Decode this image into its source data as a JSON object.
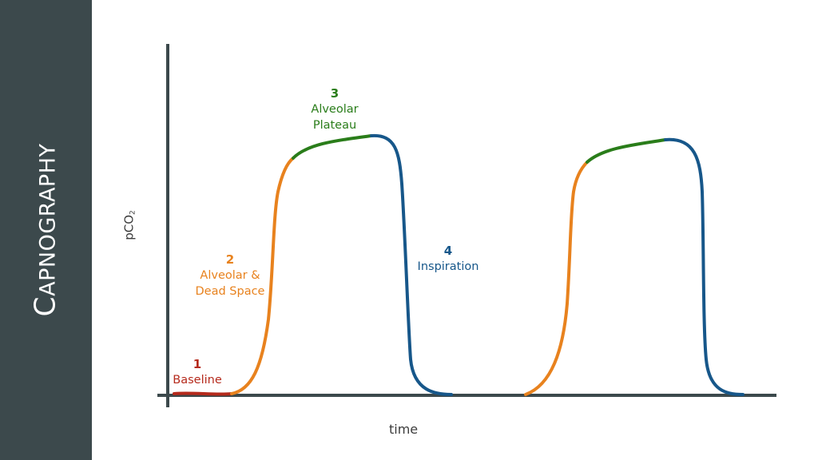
{
  "sidebar": {
    "title_first": "C",
    "title_rest": "APNOGRAPHY",
    "background": "#3c494c"
  },
  "axes": {
    "y_label": "pCO",
    "y_label_sub": "2",
    "x_label": "time",
    "color": "#3c494c"
  },
  "phases": [
    {
      "number": "1",
      "line1": "Baseline",
      "line2": "",
      "color": "#b52a1c"
    },
    {
      "number": "2",
      "line1": "Alveolar &",
      "line2": "Dead Space",
      "color": "#e8821e"
    },
    {
      "number": "3",
      "line1": "Alveolar",
      "line2": "Plateau",
      "color": "#2a7d1a"
    },
    {
      "number": "4",
      "line1": "Inspiration",
      "line2": "",
      "color": "#17578a"
    }
  ],
  "chart_data": {
    "type": "line",
    "title": "Capnography",
    "xlabel": "time",
    "ylabel": "pCO2",
    "grid": false,
    "description": "Two capnogram waveform cycles, each segmented into 4 colored phases",
    "segments": [
      {
        "phase": 1,
        "name": "Baseline",
        "color": "#b52a1c",
        "relative_level": "0 (flat near zero)"
      },
      {
        "phase": 2,
        "name": "Alveolar & Dead Space",
        "color": "#e8821e",
        "relative_level": "steep rise 0 → ~0.9"
      },
      {
        "phase": 3,
        "name": "Alveolar Plateau",
        "color": "#2a7d1a",
        "relative_level": "slow rise ~0.9 → 1.0"
      },
      {
        "phase": 4,
        "name": "Inspiration",
        "color": "#17578a",
        "relative_level": "steep fall 1.0 → 0"
      }
    ],
    "cycles": 2
  }
}
